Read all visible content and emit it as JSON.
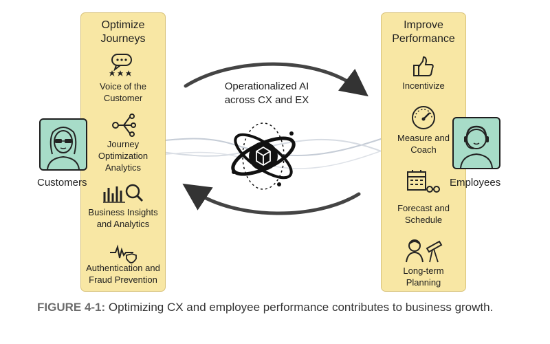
{
  "left_panel": {
    "title": "Optimize Journeys",
    "items": [
      {
        "label": "Voice of the Customer",
        "icon": "chat-rating-icon"
      },
      {
        "label": "Journey Optimization Analytics",
        "icon": "network-nodes-icon"
      },
      {
        "label": "Business Insights and Analytics",
        "icon": "bar-chart-magnifier-icon"
      },
      {
        "label": "Authentication and Fraud Prevention",
        "icon": "waveform-shield-icon"
      }
    ]
  },
  "right_panel": {
    "title": "Improve Performance",
    "items": [
      {
        "label": "Incentivize",
        "icon": "thumbs-up-icon"
      },
      {
        "label": "Measure and Coach",
        "icon": "gauge-icon"
      },
      {
        "label": "Forecast and Schedule",
        "icon": "calendar-binoculars-icon"
      },
      {
        "label": "Long-term Planning",
        "icon": "person-telescope-icon"
      }
    ]
  },
  "customers": {
    "label": "Customers"
  },
  "employees": {
    "label": "Employees"
  },
  "center": {
    "title": "Operationalized AI across CX and EX"
  },
  "caption": {
    "prefix": "FIGURE 4-1:",
    "text": "Optimizing CX and employee performance contributes to business growth."
  },
  "colors": {
    "panel_fill": "#f8e7a4",
    "person_fill": "#a7dcc8",
    "arrow": "#444444",
    "wave": "#c5ccd6"
  }
}
